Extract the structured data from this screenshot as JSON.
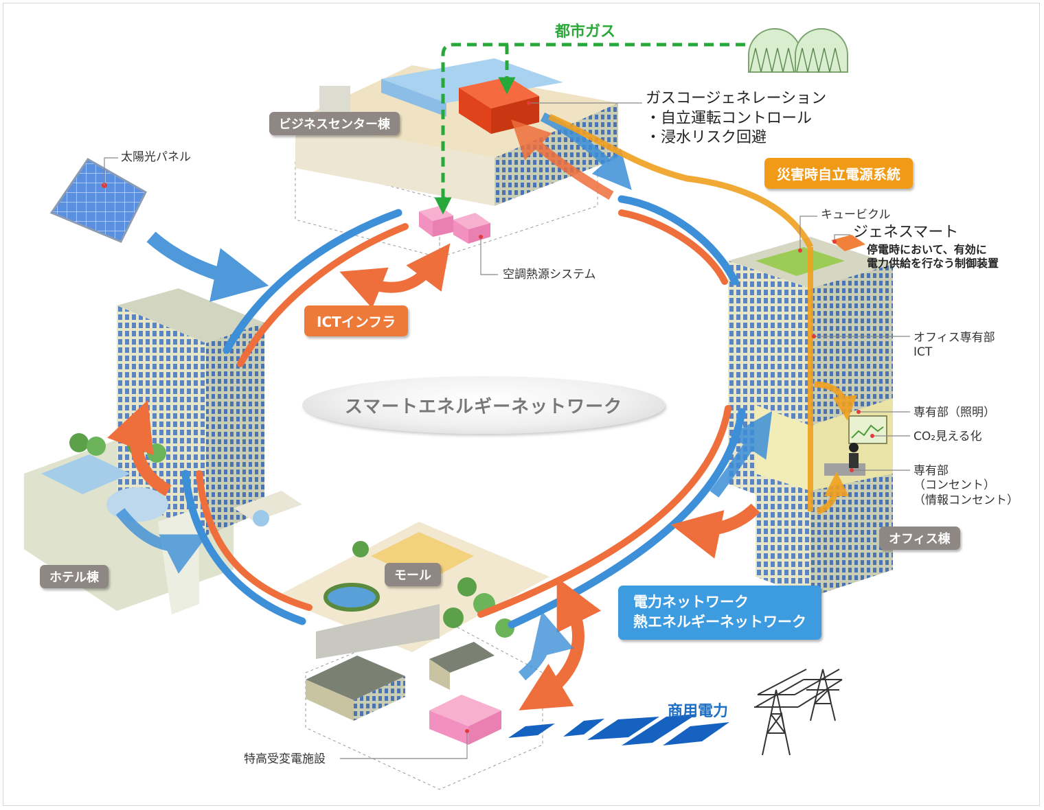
{
  "center_title": "スマートエネルギーネットワーク",
  "buildings": {
    "business_center": "ビジネスセンター棟",
    "hotel": "ホテル棟",
    "mall": "モール",
    "office": "オフィス棟"
  },
  "tags": {
    "ict_infra": "ICTインフラ",
    "disaster_power": "災害時自立電源系統",
    "networks": [
      "電力ネットワーク",
      "熱エネルギーネットワーク"
    ]
  },
  "sources": {
    "city_gas": "都市ガス",
    "commercial_power": "商用電力"
  },
  "labels": {
    "solar_panel": "太陽光パネル",
    "hvac_heat_source": "空調熱源システム",
    "gas_cogen": [
      "ガスコージェネレーション",
      "・自立運転コントロール",
      "・浸水リスク回避"
    ],
    "cubicle": "キュービクル",
    "genesmart_title": "ジェネスマート",
    "genesmart_desc": [
      "停電時において、有効に",
      "電力供給を行なう制御装置"
    ],
    "office_ict": [
      "オフィス専有部",
      "ICT"
    ],
    "private_lighting": "専有部（照明）",
    "co2_visual": "CO₂見える化",
    "private_outlet": [
      "専有部",
      "（コンセント）",
      "（情報コンセント）"
    ],
    "substation": "特高受変電施設"
  },
  "colors": {
    "power_blue": "#3d8fd8",
    "heat_orange": "#ee6f3c",
    "gas_green": "#27a83a",
    "amber": "#f0a020",
    "commercial_blue": "#1662c0"
  }
}
